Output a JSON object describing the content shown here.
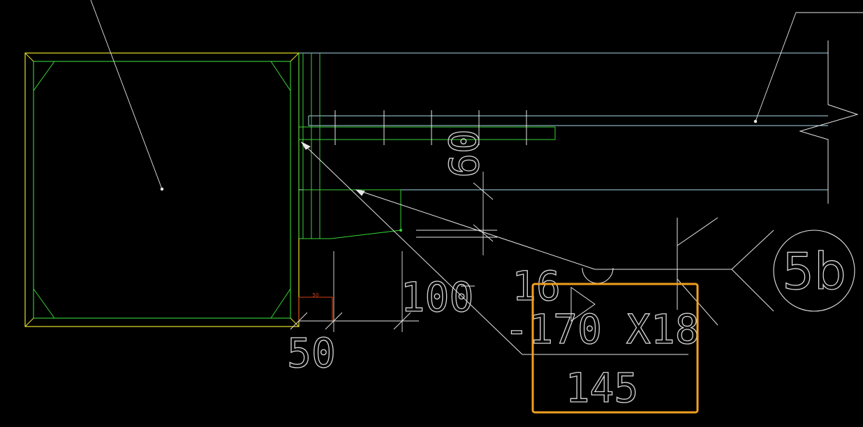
{
  "drawing": {
    "background": "#000000",
    "colors": {
      "column": "#e8e02a",
      "green": "#38d438",
      "cyan": "#a8d8e8",
      "white": "#e6e6e6",
      "red": "#d8401c",
      "highlight": "#f0a020"
    }
  },
  "dimensions": {
    "top_gap": "60",
    "left_offset": "50",
    "plate_width": "100",
    "weld_size": "16"
  },
  "plate_spec": {
    "text": "-170 X18",
    "length": "145"
  },
  "detail_tag": {
    "label": "5b"
  },
  "small_dim_label": "50"
}
